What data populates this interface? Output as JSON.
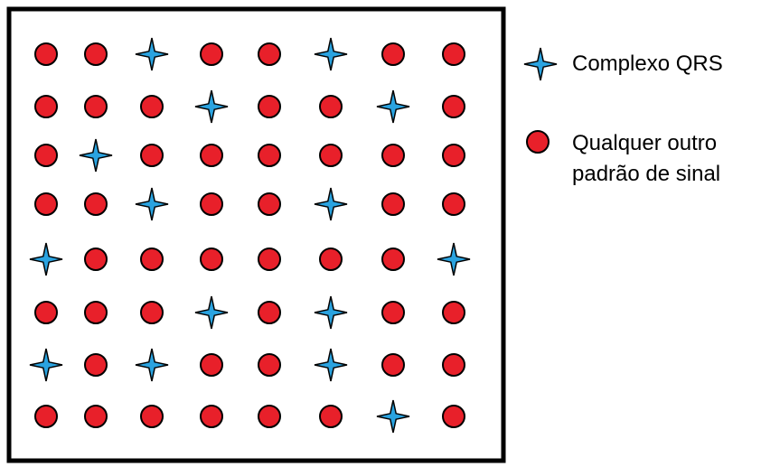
{
  "colors": {
    "circle_fill": "#e8202a",
    "star_fill": "#2aa3e0",
    "outline": "#000000",
    "frame": "#000000"
  },
  "grid": {
    "rows": [
      [
        "circle",
        "circle",
        "star",
        "circle",
        "circle",
        "star",
        "circle",
        "circle"
      ],
      [
        "circle",
        "circle",
        "circle",
        "star",
        "circle",
        "circle",
        "star",
        "circle"
      ],
      [
        "circle",
        "star",
        "circle",
        "circle",
        "circle",
        "circle",
        "circle",
        "circle"
      ],
      [
        "circle",
        "circle",
        "star",
        "circle",
        "circle",
        "star",
        "circle",
        "circle"
      ],
      [
        "star",
        "circle",
        "circle",
        "circle",
        "circle",
        "circle",
        "circle",
        "star"
      ],
      [
        "circle",
        "circle",
        "circle",
        "star",
        "circle",
        "star",
        "circle",
        "circle"
      ],
      [
        "star",
        "circle",
        "star",
        "circle",
        "circle",
        "star",
        "circle",
        "circle"
      ],
      [
        "circle",
        "circle",
        "circle",
        "circle",
        "circle",
        "circle",
        "star",
        "circle"
      ]
    ]
  },
  "legend": {
    "qrs": {
      "icon": "star",
      "label": "Complexo QRS"
    },
    "other": {
      "icon": "circle",
      "label_line1": "Qualquer outro",
      "label_line2": "padrão de sinal"
    }
  }
}
